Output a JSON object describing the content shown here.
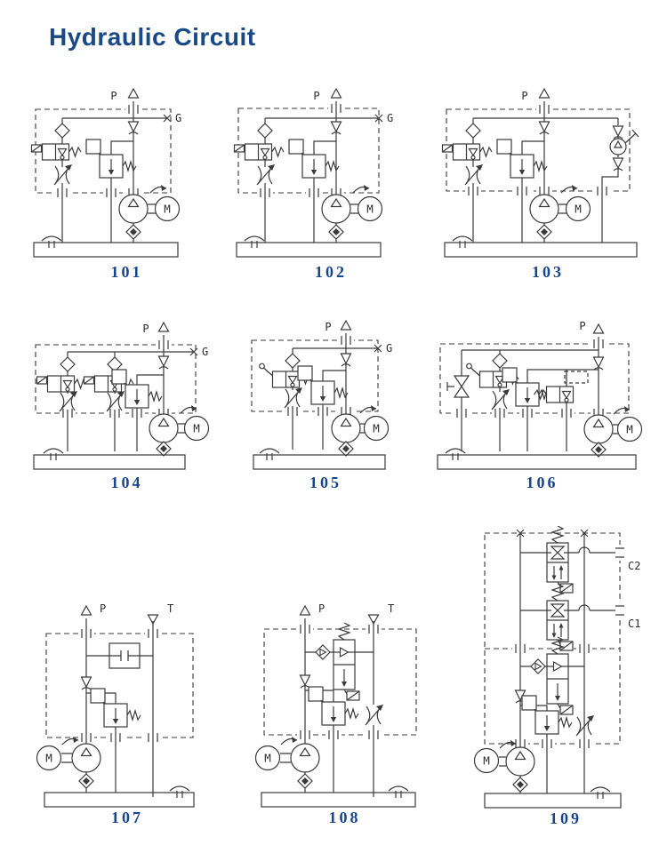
{
  "title": "Hydraulic Circuit",
  "colors": {
    "accent": "#17458f",
    "line": "#3a3a3a"
  },
  "circuits": [
    {
      "id": "101",
      "label": "101",
      "ports": {
        "p": "P",
        "g": "G"
      },
      "motor": "M"
    },
    {
      "id": "102",
      "label": "102",
      "ports": {
        "p": "P",
        "g": "G"
      },
      "motor": "M"
    },
    {
      "id": "103",
      "label": "103",
      "ports": {
        "p": "P"
      },
      "motor": "M"
    },
    {
      "id": "104",
      "label": "104",
      "ports": {
        "p": "P",
        "g": "G"
      },
      "motor": "M"
    },
    {
      "id": "105",
      "label": "105",
      "ports": {
        "p": "P",
        "g": "G"
      },
      "motor": "M"
    },
    {
      "id": "106",
      "label": "106",
      "ports": {
        "p": "P"
      },
      "motor": "M"
    },
    {
      "id": "107",
      "label": "107",
      "ports": {
        "p": "P",
        "t": "T"
      },
      "motor": "M"
    },
    {
      "id": "108",
      "label": "108",
      "ports": {
        "p": "P",
        "t": "T"
      },
      "motor": "M"
    },
    {
      "id": "109",
      "label": "109",
      "ports": {
        "c2": "C2",
        "c1": "C1"
      },
      "motor": "M"
    }
  ]
}
